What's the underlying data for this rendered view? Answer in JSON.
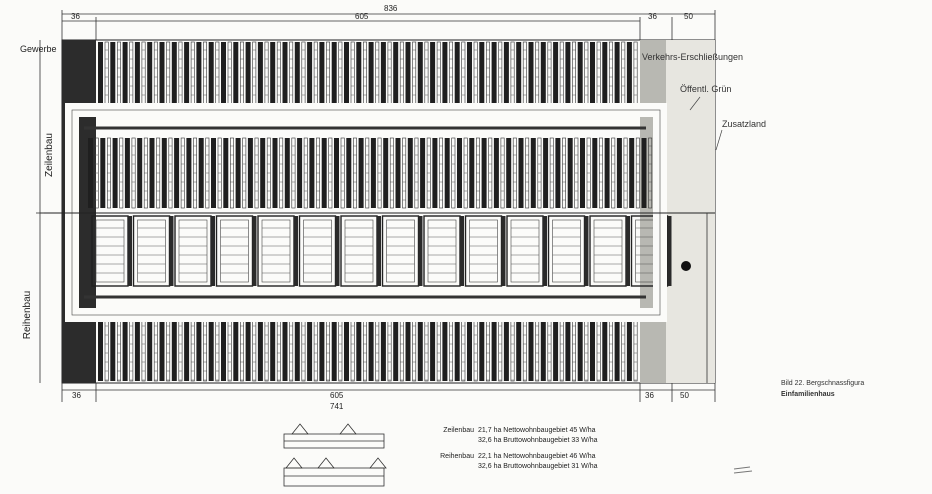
{
  "dimensions": {
    "top_total": "836",
    "top_inner": "605",
    "top_left": "36",
    "top_right_a": "36",
    "top_right_b": "50",
    "bottom_left": "36",
    "bottom_inner": "605",
    "bottom_total": "741",
    "bottom_right_a": "36",
    "bottom_right_b": "50"
  },
  "side_labels": {
    "gewerbe": "Gewerbe",
    "zeilenbau": "Zeilenbau",
    "reihenbau": "Reihenbau"
  },
  "legend_labels": {
    "erschliessung": "Verkehrs-Erschließungen",
    "gruen": "Öffentl. Grün",
    "zusatzland": "Zusatzland"
  },
  "caption": {
    "line1": "Bild 22. Bergschnassfigura",
    "line2": "Einfamilienhaus"
  },
  "stats": {
    "zeilenbau_label": "Zeilenbau",
    "zeilenbau_line1": "21,7 ha Nettowohnbaugebiet  45 W/ha",
    "zeilenbau_line2": "32,6 ha Bruttowohnbaugebiet  33 W/ha",
    "reihenbau_label": "Reihenbau",
    "reihenbau_line1": "22,1 ha Nettowohnbaugebiet  46 W/ha",
    "reihenbau_line2": "32,6 ha Bruttowohnbaugebiet  31 W/ha"
  }
}
